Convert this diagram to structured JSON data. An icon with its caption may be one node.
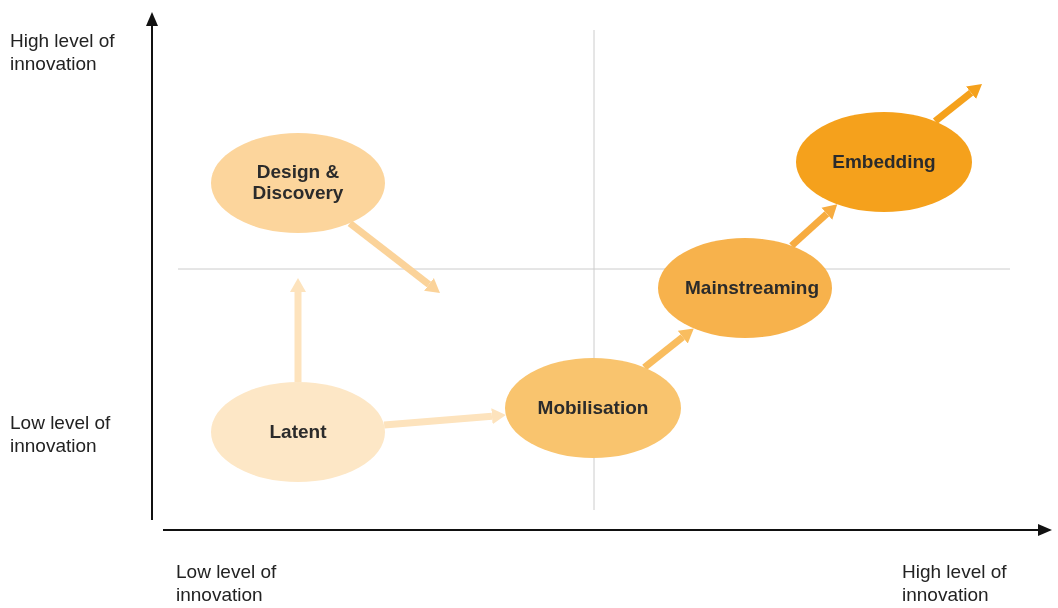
{
  "diagram": {
    "nodes": [
      {
        "text": [
          "Design & Discovery"
        ]
      },
      {
        "text": [
          "Latent"
        ]
      },
      {
        "text": [
          "Mobilisation"
        ]
      },
      {
        "text": [
          "Mainstreaming"
        ]
      },
      {
        "text": [
          "Embedding"
        ]
      }
    ],
    "edges": [
      {
        "from": 1,
        "to": null,
        "arrow": "to",
        "color": "#fde3bd"
      },
      {
        "from": 0,
        "to": null,
        "arrow": "to",
        "color": "#fbd39a"
      },
      {
        "from": 1,
        "to": 2,
        "arrow": "to",
        "color": "#fde3bd"
      },
      {
        "from": 2,
        "to": 3,
        "arrow": "to",
        "color": "#f9bd5f"
      },
      {
        "from": 3,
        "to": 4,
        "arrow": "to",
        "color": "#f7ac40"
      },
      {
        "from": 4,
        "to": null,
        "arrow": "to",
        "color": "#f5a11c"
      }
    ],
    "labels": [
      "High level of innovation",
      "Low level of innovation",
      "Low level of innovation",
      "High level of innovation"
    ]
  }
}
